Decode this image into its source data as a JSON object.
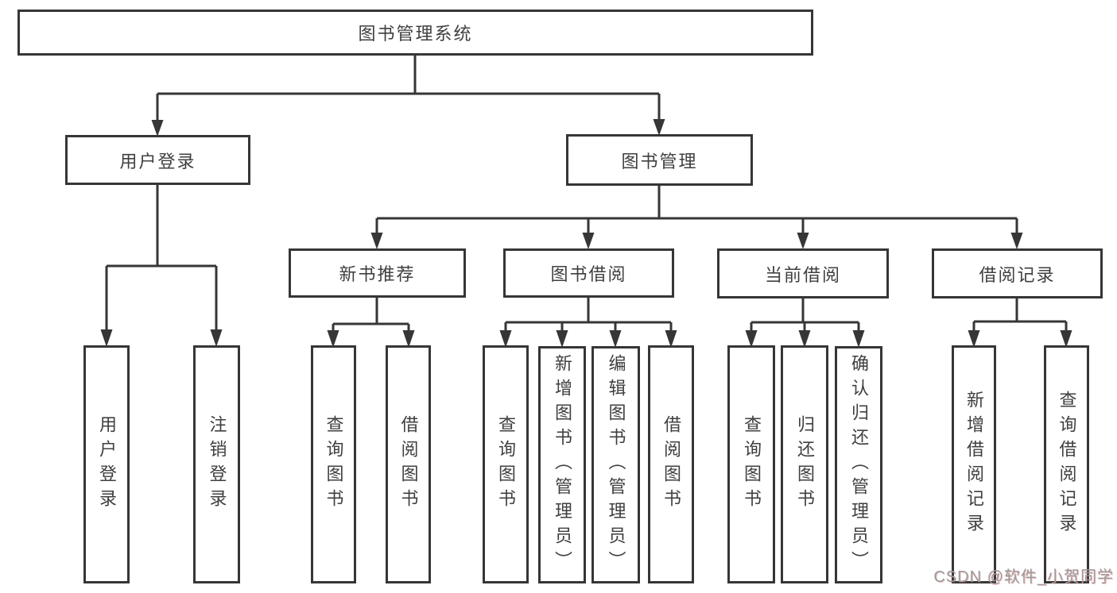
{
  "tree": {
    "root": "图书管理系统",
    "level2": [
      {
        "label": "用户登录"
      },
      {
        "label": "图书管理"
      }
    ],
    "level3": [
      {
        "label": "新书推荐"
      },
      {
        "label": "图书借阅"
      },
      {
        "label": "当前借阅"
      },
      {
        "label": "借阅记录"
      }
    ],
    "leaves": {
      "user_login": [
        "用户登录",
        "注销登录"
      ],
      "new_book": [
        "查询图书",
        "借阅图书"
      ],
      "book_borrow": [
        "查询图书",
        "新增图书（管理员）",
        "编辑图书（管理员）",
        "借阅图书"
      ],
      "current_borrow": [
        "查询图书",
        "归还图书",
        "确认归还（管理员）"
      ],
      "records": [
        "新增借阅记录",
        "查询借阅记录"
      ]
    }
  },
  "watermark": "CSDN @软件_小贺同学",
  "colors": {
    "line": "#363636",
    "text": "#3f3f3f",
    "watermark": "#9b9b9b",
    "background": "#ffffff"
  }
}
